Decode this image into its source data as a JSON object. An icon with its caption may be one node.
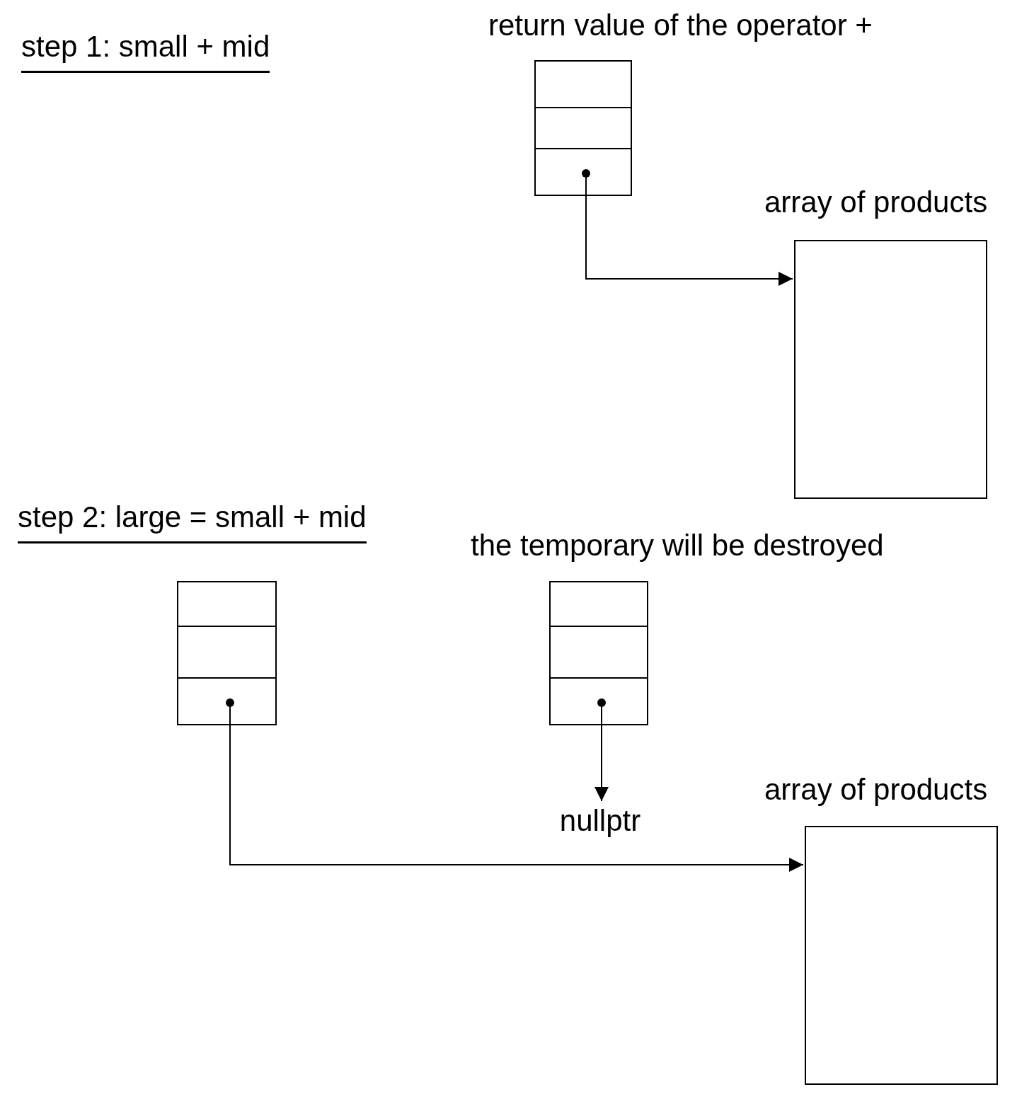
{
  "diagram": {
    "nodes": [
      {
        "text": [
          "return value of the operator +"
        ]
      },
      {
        "text": [
          "array of products"
        ]
      },
      {
        "text": [],
        "shape": "box"
      },
      {
        "text": [
          "the temporary will be destroyed"
        ]
      },
      {
        "text": [
          "nullptr"
        ]
      },
      {
        "text": [
          "array of products"
        ]
      }
    ],
    "edges": [
      {
        "from": 0,
        "to": 1,
        "arrow": "to"
      },
      {
        "from": 2,
        "to": 5,
        "arrow": "to"
      },
      {
        "from": 3,
        "to": 4,
        "arrow": "to"
      }
    ],
    "labels": [
      "step 1: small + mid",
      "step 2: large = small + mid"
    ]
  }
}
